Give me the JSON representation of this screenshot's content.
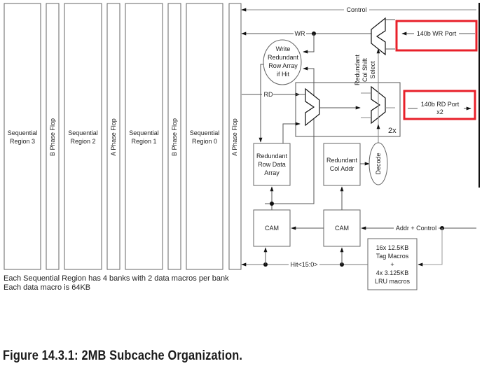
{
  "figure": {
    "caption": "Figure 14.3.1: 2MB Subcache Organization.",
    "notes": [
      "Each Sequential Region has 4 banks with 2 data macros per bank",
      "Each data macro is 64KB"
    ]
  },
  "columns": {
    "regions": [
      {
        "line1": "Sequential",
        "line2": "Region 3"
      },
      {
        "line1": "Sequential",
        "line2": "Region 2"
      },
      {
        "line1": "Sequential",
        "line2": "Region 1"
      },
      {
        "line1": "Sequential",
        "line2": "Region 0"
      }
    ],
    "flops": [
      "B Phase Flop",
      "A Phase Flop",
      "B Phase Flop",
      "A Phase Flop"
    ]
  },
  "signals": {
    "control": "Control",
    "wr": "WR",
    "rd": "RD",
    "hit": "Hit<15:0>",
    "addr_control": "Addr + Control",
    "col_shift_select": [
      "Redundant",
      "Col Shift",
      "Select"
    ],
    "mux_repeat": "2x"
  },
  "blocks": {
    "write_redundant": [
      "Write",
      "Redundant",
      "Row Array",
      "if Hit"
    ],
    "redundant_row_data": [
      "Redundant",
      "Row Data",
      "Array"
    ],
    "redundant_col_addr": [
      "Redundant",
      "Col Addr"
    ],
    "decode": "Decode",
    "cam_left": "CAM",
    "cam_right": "CAM",
    "tag_macros": [
      "16x 12.5KB",
      "Tag Macros",
      "+",
      "4x 3.125KB",
      "LRU macros"
    ]
  },
  "ports": {
    "wr_port": "140b WR Port",
    "rd_port": [
      "140b RD Port",
      "x2"
    ]
  },
  "colors": {
    "highlight": "#e8202a",
    "line": "#555555",
    "wire": "#8a8a8a"
  }
}
